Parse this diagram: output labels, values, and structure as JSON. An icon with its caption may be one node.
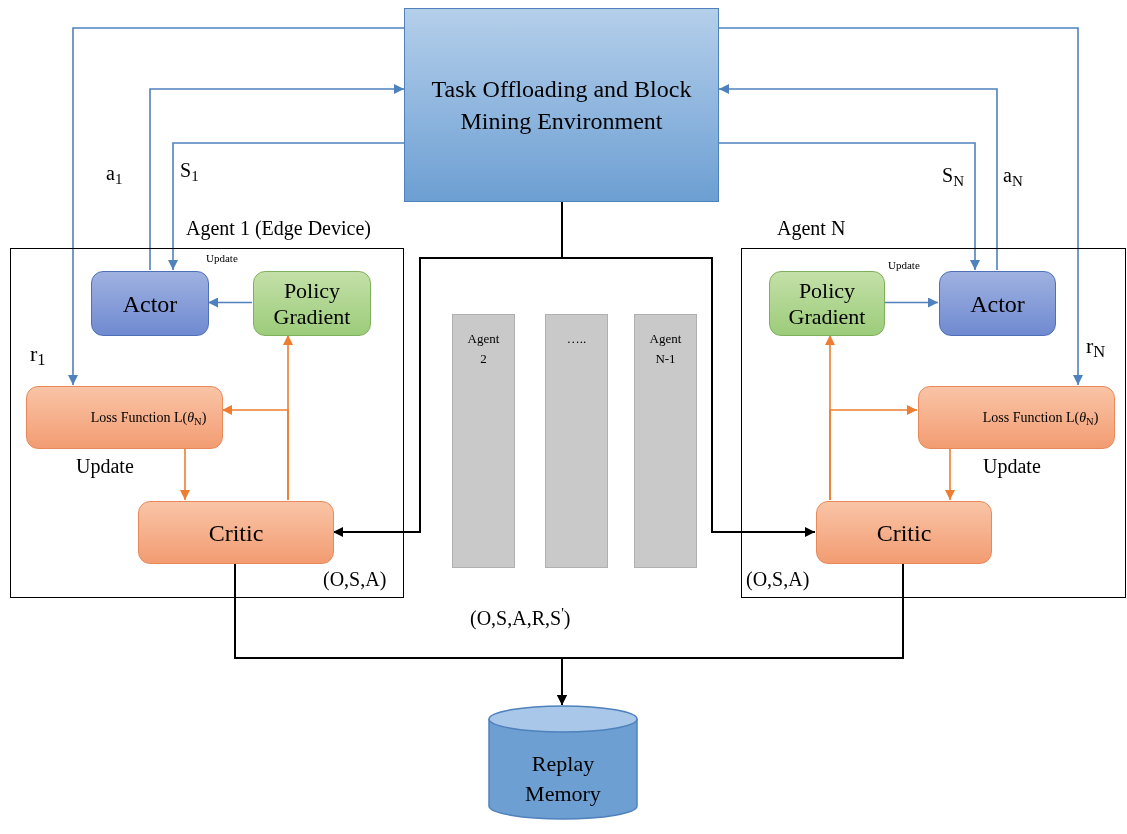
{
  "diagram": {
    "nodes": [
      {
        "text": [
          "Task Offloading and Block Mining Environment"
        ]
      },
      {
        "text": [
          "Agent 1 (Edge Device)"
        ]
      },
      {
        "text": [
          "Actor"
        ],
        "in": 1
      },
      {
        "text": [
          "Policy Gradient"
        ],
        "in": 1
      },
      {
        "text": [
          "Loss Function L(*θ*$_{N}$)"
        ],
        "in": 1
      },
      {
        "text": [
          "Critic"
        ],
        "in": 1,
        "beside": [
          "(O,S,A)"
        ]
      },
      {
        "text": [
          "Agent N"
        ]
      },
      {
        "text": [
          "Policy Gradient"
        ],
        "in": 6
      },
      {
        "text": [
          "Actor"
        ],
        "in": 6
      },
      {
        "text": [
          "Loss Function L(*θ*$_{N}$)"
        ],
        "in": 6
      },
      {
        "text": [
          "Critic"
        ],
        "in": 6,
        "beside": [
          "(O,S,A)"
        ]
      },
      {
        "text": [
          "Agent 2"
        ]
      },
      {
        "text": [
          "….."
        ]
      },
      {
        "text": [
          "Agent N-1"
        ]
      },
      {
        "text": [
          "Replay Memory"
        ]
      }
    ],
    "edges": [
      {
        "from": 0,
        "to": 4,
        "arrow": "to",
        "label": "r$_{1}$"
      },
      {
        "from": 2,
        "to": 0,
        "arrow": "to",
        "label": "a$_{1}$"
      },
      {
        "from": 0,
        "to": 2,
        "arrow": "to",
        "label": "S$_{1}$"
      },
      {
        "from": 3,
        "to": 2,
        "arrow": "to",
        "label": "Update"
      },
      {
        "from": 4,
        "to": 5,
        "arrow": "to",
        "label": "Update",
        "color": "#ed7d31"
      },
      {
        "from": 5,
        "to": 3,
        "arrow": "to",
        "color": "#ed7d31"
      },
      {
        "from": 5,
        "to": 4,
        "arrow": "to",
        "color": "#ed7d31"
      },
      {
        "from": 0,
        "to": 5,
        "arrow": "to",
        "color": "#000000"
      },
      {
        "from": 0,
        "to": 10,
        "arrow": "to",
        "color": "#000000"
      },
      {
        "from": 5,
        "to": 14,
        "arrow": "to",
        "color": "#000000"
      },
      {
        "from": 10,
        "to": 14,
        "arrow": "to",
        "color": "#000000"
      },
      {
        "from": 0,
        "to": 8,
        "arrow": "to",
        "label": "S$_{N}$"
      },
      {
        "from": 8,
        "to": 0,
        "arrow": "to",
        "label": "a$_{N}$"
      },
      {
        "from": 0,
        "to": 9,
        "arrow": "to",
        "label": "r$_{N}$"
      },
      {
        "from": 7,
        "to": 8,
        "arrow": "to",
        "label": "Update"
      },
      {
        "from": 9,
        "to": 10,
        "arrow": "to",
        "label": "Update",
        "color": "#ed7d31"
      },
      {
        "from": 10,
        "to": 7,
        "arrow": "to",
        "color": "#ed7d31"
      },
      {
        "from": 10,
        "to": 9,
        "arrow": "to",
        "color": "#ed7d31"
      }
    ],
    "labels": [
      "(O,S,A,R,S$^{'}$)"
    ]
  }
}
